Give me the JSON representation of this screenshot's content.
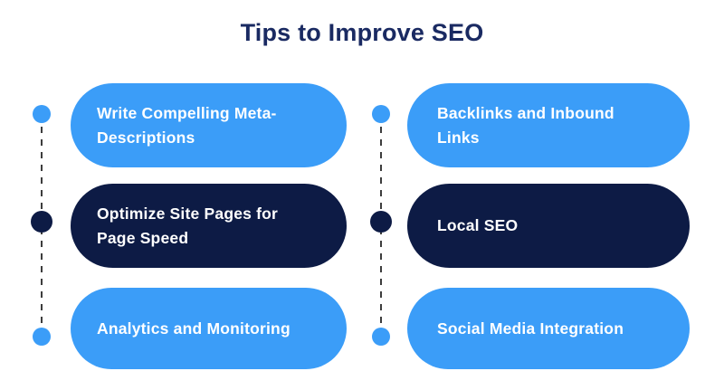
{
  "title": "Tips to Improve SEO",
  "colors": {
    "background": "#FFFFFF",
    "blue": "#3B9DF8",
    "navy": "#0D1B45",
    "title": "#1A2A62",
    "label": "#FFFFFF",
    "dash": "#3D3D3D"
  },
  "columns": [
    {
      "items": [
        {
          "label": "Write Compelling Meta-\nDescriptions",
          "variant": "blue"
        },
        {
          "label": "Optimize Site Pages for\nPage Speed",
          "variant": "navy"
        },
        {
          "label": "Analytics and Monitoring",
          "variant": "blue"
        }
      ]
    },
    {
      "items": [
        {
          "label": "Backlinks and Inbound\nLinks",
          "variant": "blue"
        },
        {
          "label": "Local SEO",
          "variant": "navy"
        },
        {
          "label": "Social Media Integration",
          "variant": "blue"
        }
      ]
    }
  ]
}
